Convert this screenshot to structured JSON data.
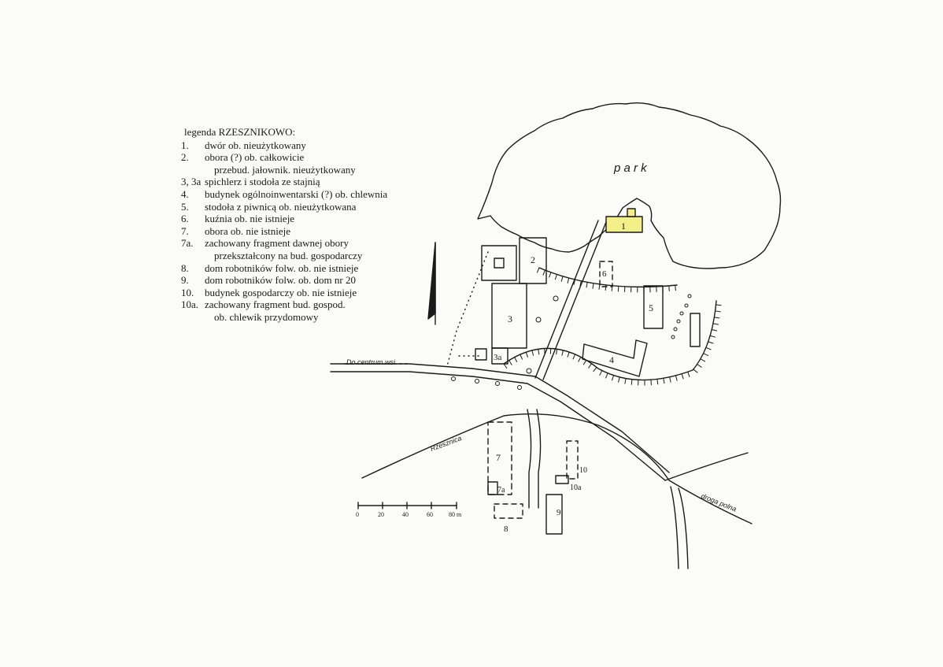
{
  "legend": {
    "title": "legenda RZESZNIKOWO:",
    "items": [
      {
        "num": "1.",
        "lines": [
          "dwór ob. nieużytkowany"
        ]
      },
      {
        "num": "2.",
        "lines": [
          "obora (?) ob. całkowicie",
          "przebud. jałownik. nieużytkowany"
        ]
      },
      {
        "num": "3, 3a",
        "lines": [
          "spichlerz i stodoła ze stajnią"
        ]
      },
      {
        "num": "4.",
        "lines": [
          "budynek ogólnoinwentarski (?) ob. chlewnia"
        ]
      },
      {
        "num": "5.",
        "lines": [
          "stodoła z piwnicą ob. nieużytkowana"
        ]
      },
      {
        "num": "6.",
        "lines": [
          "kuźnia ob. nie istnieje"
        ]
      },
      {
        "num": "7.",
        "lines": [
          "obora ob. nie istnieje"
        ]
      },
      {
        "num": "7a.",
        "lines": [
          "zachowany fragment dawnej obory",
          "przekształcony na bud. gospodarczy"
        ]
      },
      {
        "num": "8.",
        "lines": [
          "dom robotników folw. ob. nie istnieje"
        ]
      },
      {
        "num": "9.",
        "lines": [
          "dom robotników folw. ob. dom nr 20"
        ]
      },
      {
        "num": "10.",
        "lines": [
          "budynek gospodarczy ob. nie istnieje"
        ]
      },
      {
        "num": "10a.",
        "lines": [
          "zachowany fragment bud. gospod.",
          "ob. chlewik przydomowy"
        ]
      }
    ]
  },
  "map": {
    "park_label": "p a r k",
    "road_center": "Do centrum wsi",
    "river": "Rzesznica",
    "field_road": "droga polna",
    "building_labels": {
      "b1": "1",
      "b2": "2",
      "b3": "3",
      "b3a": "3a",
      "b4": "4",
      "b5": "5",
      "b6": "6",
      "b7": "7",
      "b7a": "7a",
      "b8": "8",
      "b9": "9",
      "b10": "10",
      "b10a": "10a"
    },
    "scale": {
      "ticks": [
        "0",
        "20",
        "40",
        "60",
        "80 m"
      ]
    },
    "highlight_color": "#f3f08a",
    "ink_color": "#1a1a1a"
  }
}
